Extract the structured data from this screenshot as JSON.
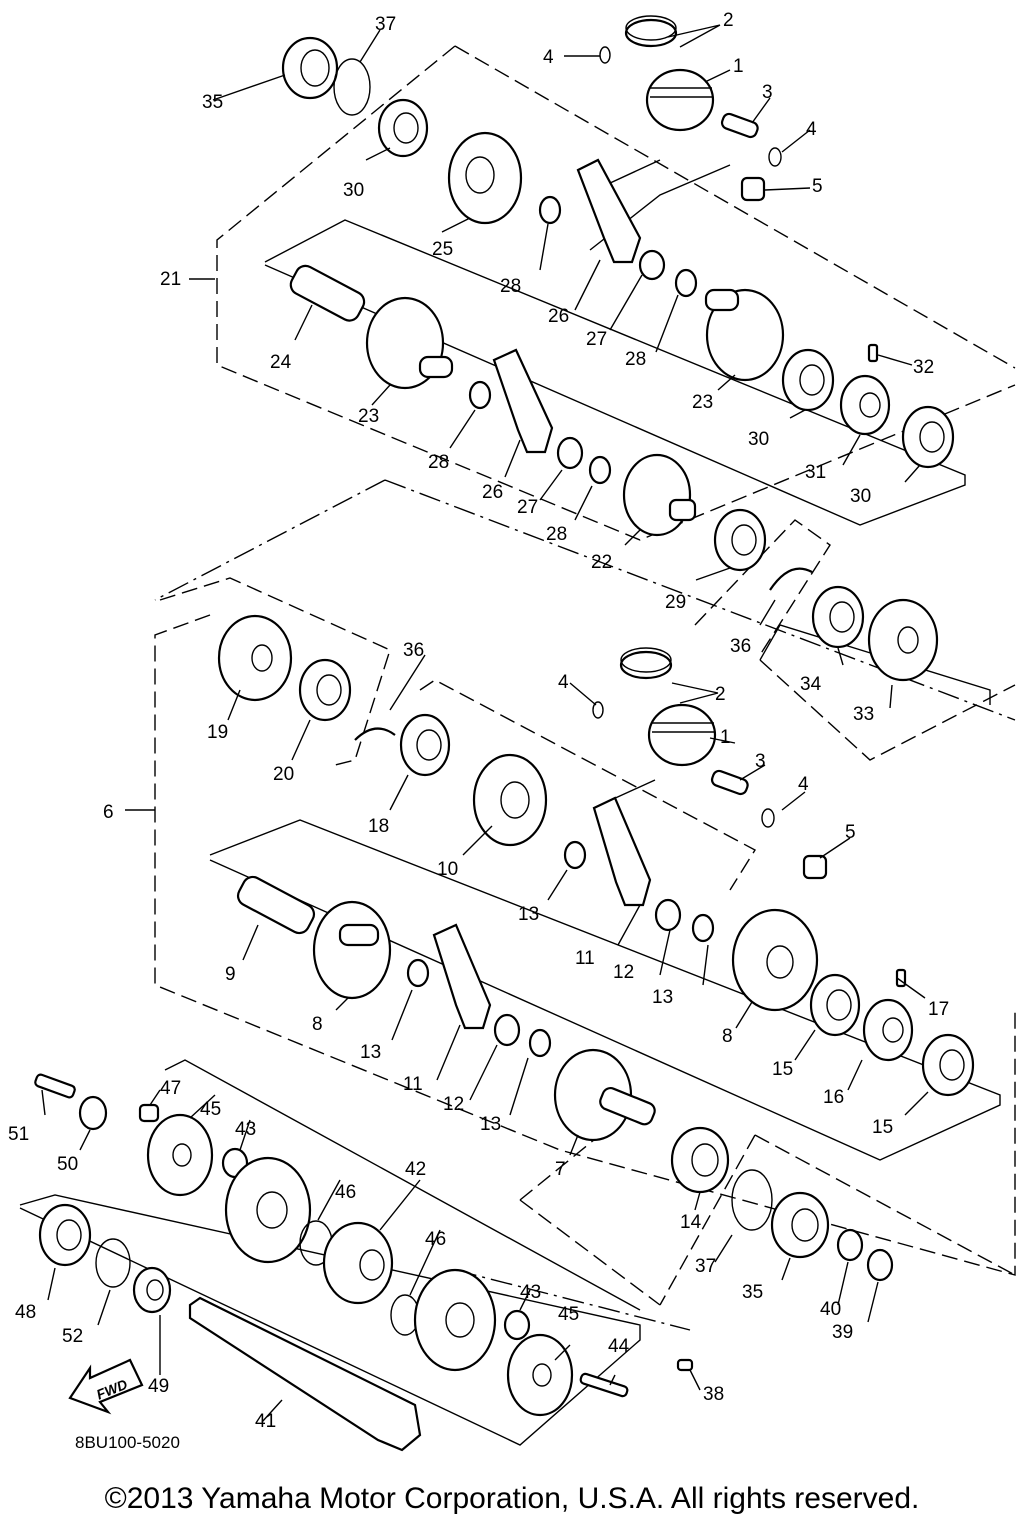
{
  "diagram_code": "8BU100-5020",
  "copyright": "©2013 Yamaha Motor Corporation, U.S.A. All rights reserved.",
  "fwd_label": "FWD",
  "callouts": {
    "n1a": "1",
    "n2a": "2",
    "n3a": "3",
    "n4a": "4",
    "n4b": "4",
    "n5a": "5",
    "n21": "21",
    "n22": "22",
    "n23a": "23",
    "n23b": "23",
    "n24": "24",
    "n25": "25",
    "n26a": "26",
    "n26b": "26",
    "n27a": "27",
    "n27b": "27",
    "n28a": "28",
    "n28b": "28",
    "n28c": "28",
    "n28d": "28",
    "n29": "29",
    "n30a": "30",
    "n30b": "30",
    "n30c": "30",
    "n31": "31",
    "n32": "32",
    "n33": "33",
    "n34": "34",
    "n35a": "35",
    "n36a": "36",
    "n36b": "36",
    "n37a": "37",
    "n1b": "1",
    "n2b": "2",
    "n3b": "3",
    "n4c": "4",
    "n4d": "4",
    "n5b": "5",
    "n6": "6",
    "n7": "7",
    "n8a": "8",
    "n8b": "8",
    "n9": "9",
    "n10": "10",
    "n11a": "11",
    "n11b": "11",
    "n12a": "12",
    "n12b": "12",
    "n13a": "13",
    "n13b": "13",
    "n13c": "13",
    "n13d": "13",
    "n14": "14",
    "n15a": "15",
    "n15b": "15",
    "n16": "16",
    "n17": "17",
    "n18": "18",
    "n19": "19",
    "n20": "20",
    "n35b": "35",
    "n37b": "37",
    "n38": "38",
    "n39": "39",
    "n40": "40",
    "n41": "41",
    "n42": "42",
    "n43a": "43",
    "n43b": "43",
    "n44": "44",
    "n45a": "45",
    "n45b": "45",
    "n46a": "46",
    "n46b": "46",
    "n47": "47",
    "n48": "48",
    "n49": "49",
    "n50": "50",
    "n51": "51",
    "n52": "52"
  }
}
